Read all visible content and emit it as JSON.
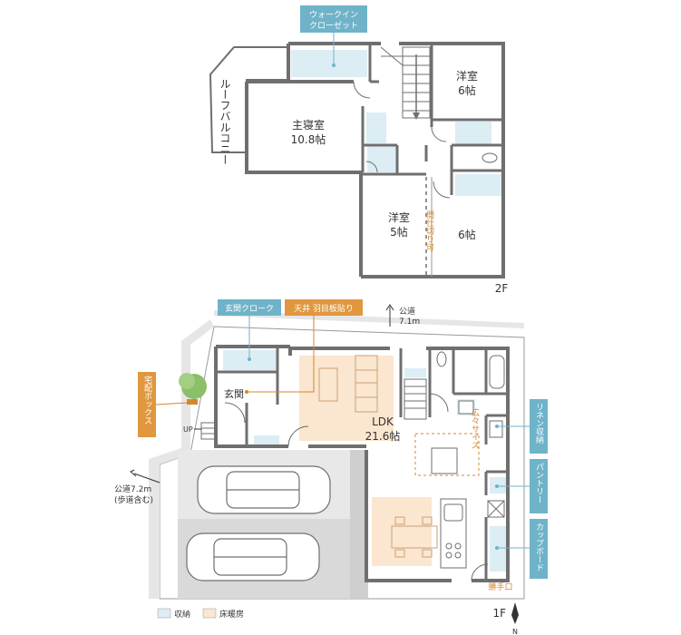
{
  "colors": {
    "wall": "#6f6f6f",
    "storage": "#dcedf4",
    "floor_heating": "#fbe6cf",
    "callout_blue": "#6fb3c9",
    "callout_orange": "#e0973f",
    "leader_blue": "#6fb3c9",
    "leader_orange": "#d6872d",
    "site_gray": "#e6e6e6",
    "parking_gray": "#d9d9d9",
    "accent_text": "#d6872d"
  },
  "floor2": {
    "label": "2F",
    "callout_walkin": [
      "ウォークイン",
      "クローゼット"
    ],
    "roof_balcony": "ルーフバルコニー",
    "master_name": "主寝室",
    "master_size": "10.8帖",
    "room_ne_name": "洋室",
    "room_ne_size": "6帖",
    "room_sw_name": "洋室",
    "room_sw_size": "5帖",
    "room_se_size": "6帖",
    "partition_note": "間仕切り可"
  },
  "floor1": {
    "label": "1F",
    "callout_genkan_cloak": "玄関クローク",
    "callout_ceiling": "天井 羽目板貼り",
    "callout_delivery": "宅配ボックス",
    "callout_linen": "リネン収納",
    "callout_pantry": "パントリー",
    "callout_cupboard": "カップボード",
    "road_top_label": "公道",
    "road_top_width": "7.1m",
    "road_left_label": "公道7.2m",
    "road_left_note": "(歩道含む)",
    "genkan": "玄関",
    "ldk_name": "LDK",
    "ldk_size": "21.6帖",
    "up": "UP",
    "hiroma_note": "広々サイズ",
    "katteguchi": "勝手口"
  },
  "legend": {
    "storage": "収納",
    "floor_heating": "床暖房"
  },
  "compass": {
    "north": "N"
  }
}
